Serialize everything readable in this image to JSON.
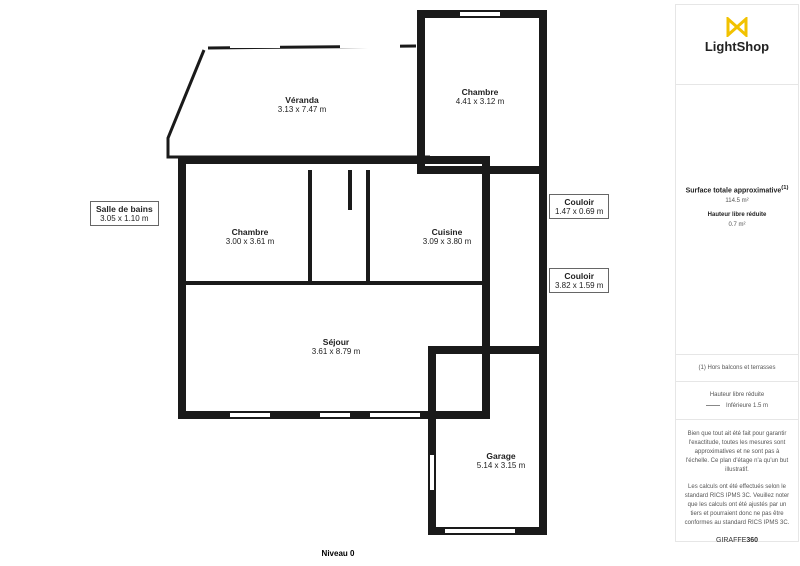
{
  "rooms": [
    {
      "name": "Véranda",
      "dims": "3.13 x 7.47 m"
    },
    {
      "name": "Chambre",
      "dims": "4.41 x 3.12 m"
    },
    {
      "name": "Chambre",
      "dims": "3.00 x 3.61 m"
    },
    {
      "name": "Cuisine",
      "dims": "3.09 x 3.80 m"
    },
    {
      "name": "Séjour",
      "dims": "3.61 x 8.79 m"
    },
    {
      "name": "Garage",
      "dims": "5.14 x 3.15 m"
    }
  ],
  "callouts": [
    {
      "name": "Salle de bains",
      "dims": "3.05 x 1.10 m"
    },
    {
      "name": "Couloir",
      "dims": "1.47 x 0.69 m"
    },
    {
      "name": "Couloir",
      "dims": "3.82 x 1.59 m"
    }
  ],
  "level": "Niveau 0",
  "panel": {
    "brand": "LightShop",
    "brand_color": "#f2c200",
    "surface_label": "Surface totale approximative",
    "surface_note": "(1)",
    "surface_value": "114.5 m²",
    "reduced_label": "Hauteur libre réduite",
    "reduced_value": "0.7 m²",
    "footnote": "(1) Hors balcons et terrasses",
    "legend_title": "Hauteur libre réduite",
    "legend_item": "Inférieure 1.5 m",
    "disclaimer1": "Bien que tout ait été fait pour garantir l'exactitude, toutes les mesures sont approximatives et ne sont pas à l'échelle. Ce plan d'étage n'a qu'un but illustratif.",
    "disclaimer2": "Les calculs ont été effectués selon le standard RICS IPMS 3C. Veuillez noter que les calculs ont été ajustés par un tiers et pourraient donc ne pas être conformes au standard RICS IPMS 3C.",
    "credit_a": "GIRAFFE",
    "credit_b": "360"
  }
}
